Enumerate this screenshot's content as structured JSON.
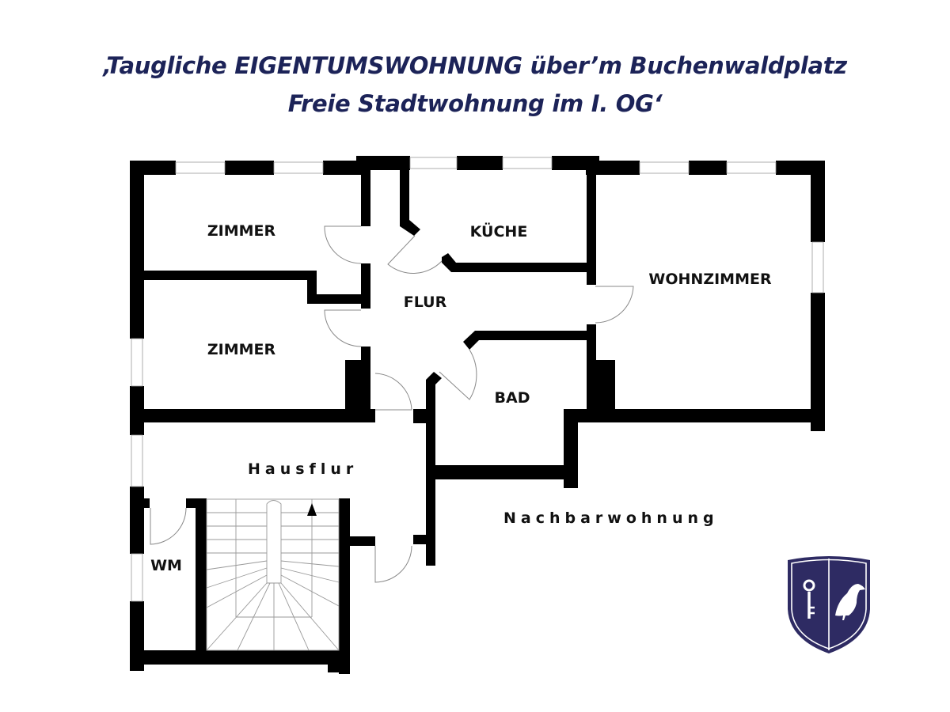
{
  "header": {
    "title_line_1": "‚Taugliche EIGENTUMSWOHNUNG über’m Buchenwaldplatz",
    "title_line_2": "Freie Stadtwohnung im I. OG‘",
    "title_color": "#1c2358"
  },
  "floorplan": {
    "rooms": [
      {
        "id": "zimmer-1",
        "label": "ZIMMER"
      },
      {
        "id": "zimmer-2",
        "label": "ZIMMER"
      },
      {
        "id": "kueche",
        "label": "KÜCHE"
      },
      {
        "id": "flur",
        "label": "FLUR"
      },
      {
        "id": "wohnzimmer",
        "label": "WOHNZIMMER"
      },
      {
        "id": "bad",
        "label": "BAD"
      },
      {
        "id": "hausflur",
        "label": "Hausflur"
      },
      {
        "id": "wm",
        "label": "WM"
      },
      {
        "id": "nachbarwohnung",
        "label": "Nachbarwohnung"
      }
    ],
    "wall_color": "#000000",
    "stair_direction": "up-arrow-icon"
  },
  "logo": {
    "name": "shield-logo",
    "shield_color": "#2e2b63",
    "border_color": "#ffffff",
    "left_symbol": "key-icon",
    "right_symbol": "raven-icon"
  }
}
